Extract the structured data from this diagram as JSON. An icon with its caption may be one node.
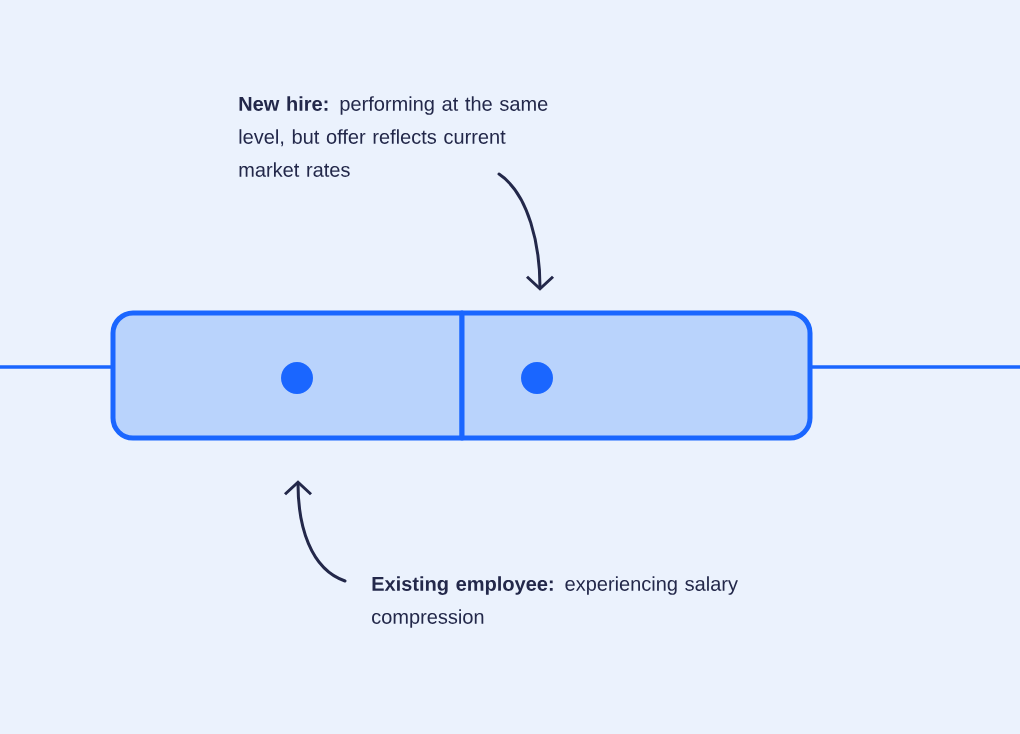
{
  "diagram": {
    "nodes": [
      {
        "text": [
          "**New hire:** performing at the same level, but offer reflects current market rates"
        ]
      },
      {
        "text": [
          "**Existing employee:** experiencing salary compression"
        ]
      },
      {
        "text": [],
        "shape": "box"
      },
      {
        "text": [],
        "shape": "box"
      }
    ],
    "edges": [
      {
        "from": 0,
        "to": 3,
        "arrow": "to"
      },
      {
        "from": 1,
        "to": 2,
        "arrow": "to"
      }
    ]
  }
}
